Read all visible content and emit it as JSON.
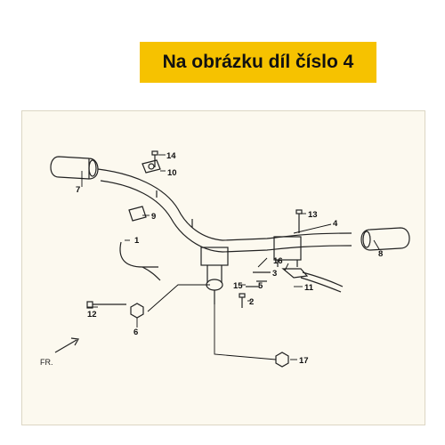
{
  "banner": {
    "text": "Na obrázku díl číslo 4",
    "color": "#f6c200"
  },
  "direction_label": "FR.",
  "part_numbers": {
    "p1": "1",
    "p2": "2",
    "p3": "3",
    "p4": "4",
    "p5": "5",
    "p6": "6",
    "p7": "7",
    "p8": "8",
    "p9": "9",
    "p10": "10",
    "p11": "11",
    "p12": "12",
    "p13": "13",
    "p14": "14",
    "p15": "15",
    "p16": "16",
    "p17": "17"
  }
}
